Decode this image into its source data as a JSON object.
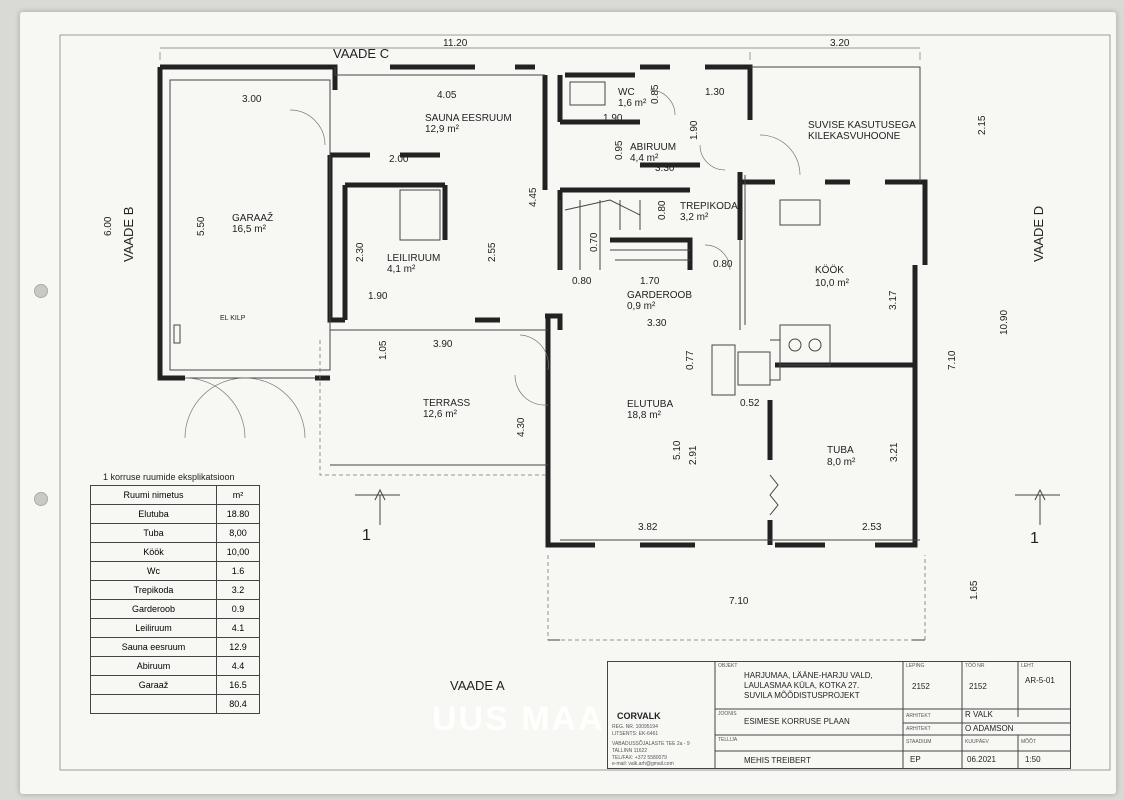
{
  "watermark": "UUS MAA",
  "plan": {
    "views": {
      "a": "VAADE A",
      "b": "VAADE B",
      "c": "VAADE C",
      "d": "VAADE D"
    },
    "section_mark": "1",
    "el_kilp": "EL KILP",
    "rooms": [
      {
        "name": "GARAAŽ",
        "area": "16,5 m²"
      },
      {
        "name": "SAUNA EESRUUM",
        "area": "12,9 m²"
      },
      {
        "name": "WC",
        "area": "1,6 m²"
      },
      {
        "name": "ABIRUUM",
        "area": "4,4 m²"
      },
      {
        "name": "SUVISE KASUTUSEGA",
        "name2": "KILEKASVUHOONE"
      },
      {
        "name": "TREPIKODA",
        "area": "3,2 m²"
      },
      {
        "name": "LEILIRUUM",
        "area": "4,1 m²"
      },
      {
        "name": "KÖÖK",
        "area": "10,0 m²"
      },
      {
        "name": "GARDEROOB",
        "area": "0,9 m²"
      },
      {
        "name": "TERRASS",
        "area": "12,6 m²"
      },
      {
        "name": "ELUTUBA",
        "area": "18,8 m²"
      },
      {
        "name": "TUBA",
        "area": "8,0 m²"
      }
    ],
    "dims": {
      "d0": "11.20",
      "d1": "3.20",
      "d2": "3.00",
      "d3": "4.05",
      "d4": "1.90",
      "d5": "1.30",
      "d6": "2.00",
      "d7": "3.30",
      "d8": "1.90",
      "d9": "0.80",
      "d10": "1.70",
      "d11": "0.80",
      "d12": "3.30",
      "d13": "3.90",
      "d14": "0.52",
      "d15": "3.82",
      "d16": "2.53",
      "d17": "7.10",
      "d18": "6.00",
      "d19": "5.50",
      "d20": "4.45",
      "d21": "2.55",
      "d22": "2.30",
      "d23": "0.85",
      "d24": "0.95",
      "d25": "1.90",
      "d26": "2.15",
      "d27": "0.80",
      "d28": "0.70",
      "d29": "3.17",
      "d30": "10.90",
      "d31": "7.10",
      "d32": "1.05",
      "d33": "0.77",
      "d34": "4.30",
      "d35": "5.10",
      "d36": "2.91",
      "d37": "3.21",
      "d38": "1.65"
    }
  },
  "legend": {
    "title": "1 korruse ruumide eksplikatsioon",
    "header": {
      "name": "Ruumi nimetus",
      "unit": "m²"
    },
    "rows": [
      {
        "name": "Elutuba",
        "value": "18.80"
      },
      {
        "name": "Tuba",
        "value": "8,00"
      },
      {
        "name": "Köök",
        "value": "10,00"
      },
      {
        "name": "Wc",
        "value": "1.6"
      },
      {
        "name": "Trepikoda",
        "value": "3.2"
      },
      {
        "name": "Garderoob",
        "value": "0.9"
      },
      {
        "name": "Leiliruum",
        "value": "4.1"
      },
      {
        "name": "Sauna eesruum",
        "value": "12.9"
      },
      {
        "name": "Abiruum",
        "value": "4.4"
      },
      {
        "name": "Garaaž",
        "value": "16.5"
      }
    ],
    "total": "80.4"
  },
  "titleblock": {
    "k_object": "OBJEKT",
    "object_l1": "HARJUMAA, LÄÄNE-HARJU VALD,",
    "object_l2": "LAULASMAA KÜLA, KOTKA 27.",
    "object_l3": "SUVILA MÕÕDISTUSPROJEKT",
    "k_joonis": "JOONIS",
    "drawing": "ESIMESE KORRUSE PLAAN",
    "k_tellija": "TELLIJA",
    "client": "MEHIS TREIBERT",
    "k_leping": "LEPING",
    "contract": "2152",
    "k_too": "TÖÖ NR",
    "work": "2152",
    "k_leht": "LEHT",
    "sheet": "AR-5-01",
    "k_arhitekt": "ARHITEKT",
    "architect": "R VALK",
    "architect2": "O ADAMSON",
    "k_staadium": "STAADIUM",
    "stage": "EP",
    "k_kuupaev": "KUUPÄEV",
    "date": "06.2021",
    "k_mootkava": "MÕÕT",
    "scale": "1:50",
    "firm": "CORVALK",
    "firm_l1": "REG. NR. 10095194",
    "firm_l2": "LITSENTS: EK-6461",
    "firm_l3": "VABADUSSÕJALASTE TEE 2a - 9",
    "firm_l4": "TALLINN 11622",
    "firm_l5": "TEL/FAX: +372 5580079",
    "firm_l6": "e-mail: valk.arh@gmail.com"
  }
}
